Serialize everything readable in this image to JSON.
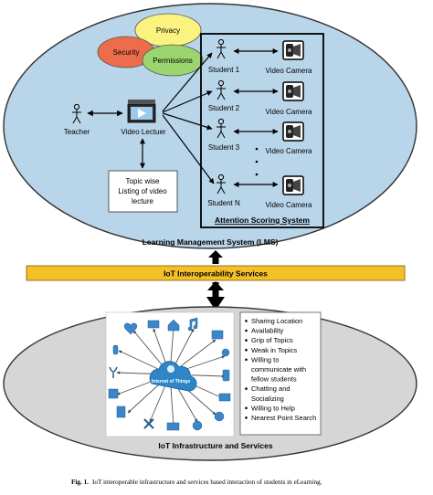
{
  "lms": {
    "title": "Learning Management System (LMS)",
    "bubbles": {
      "privacy": "Privacy",
      "security": "Security",
      "permissions": "Permissions"
    },
    "teacher": "Teacher",
    "video_lecturer": "Video Lectuer",
    "topic_box": [
      "Topic wise",
      "Listing of video",
      "lecture"
    ],
    "students": [
      "Student 1",
      "Student 2",
      "Student 3",
      "Student N"
    ],
    "camera_label": "Video Camera",
    "attention_system": "Attention Scoring System"
  },
  "iot_bar": {
    "label": "IoT Interoperability Services"
  },
  "iot": {
    "title": "IoT Infrastructure and Services",
    "cloud_label": "Internet of Things",
    "services": [
      "Sharing Location",
      "Availability",
      "Grip of Topics",
      "Weak in Topics",
      "Willing to",
      "communicate with",
      "fellow students",
      "Chatting and",
      "Socializing",
      "Willing to Help",
      "Nearest Point Search"
    ],
    "bulleted": [
      true,
      true,
      true,
      true,
      true,
      false,
      false,
      true,
      false,
      true,
      true
    ]
  },
  "caption": {
    "fig": "Fig. 1.",
    "text": "IoT interoperable infrastructure and services based interaction of students in eLearning."
  },
  "colors": {
    "lms_fill": "#b9d5ea",
    "iot_fill": "#d6d6d6",
    "bar_fill": "#f4c02a",
    "privacy": "#fbf37f",
    "security": "#ed6c4b",
    "permissions": "#9bd56e",
    "cloud": "#2e86c8"
  }
}
